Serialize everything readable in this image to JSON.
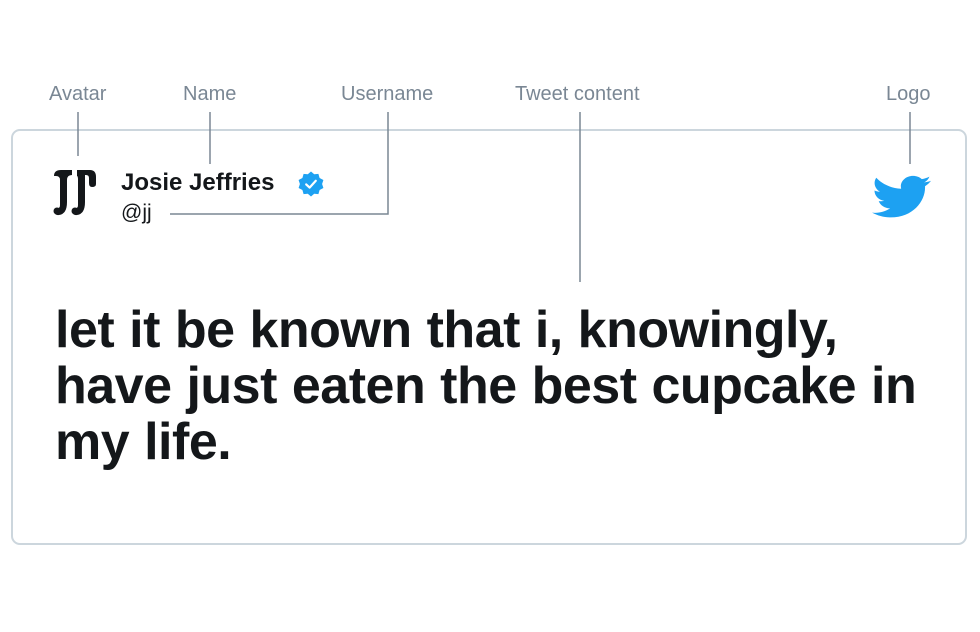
{
  "annotations": {
    "avatar": "Avatar",
    "name": "Name",
    "username": "Username",
    "tweet_content": "Tweet content",
    "logo": "Logo"
  },
  "tweet": {
    "display_name": "Josie Jeffries",
    "username": "@jj",
    "text": "let it be known that i, knowingly, have just eaten the best cupcake in my life.",
    "avatar_monogram": "JJ",
    "verified": true
  },
  "icons": {
    "verified": "verified-badge-icon",
    "logo": "twitter-bird-icon",
    "avatar": "jj-monogram-icon"
  },
  "colors": {
    "annotation_text": "#7a8794",
    "leader_line": "#7a8794",
    "card_border": "#ccd6dd",
    "text": "#14171a",
    "brand_blue": "#1da1f2"
  }
}
